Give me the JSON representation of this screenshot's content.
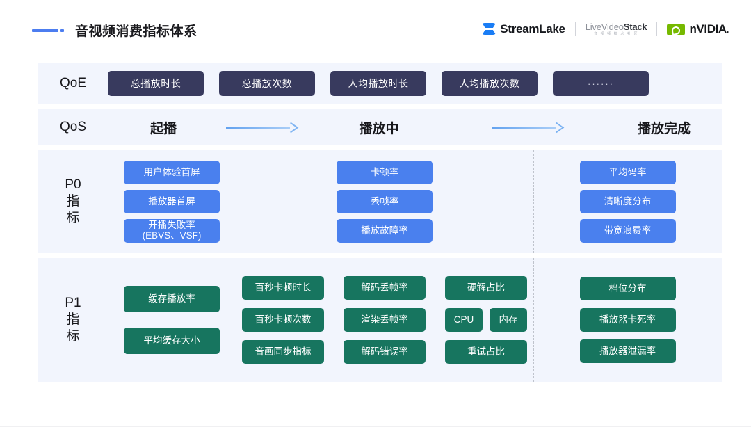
{
  "header": {
    "title": "音视频消费指标体系",
    "logos": [
      {
        "name": "streamlake",
        "text": "StreamLake"
      },
      {
        "name": "livevideostack",
        "text_light": "LiveVideo",
        "text_bold": "Stack",
        "subtitle": "音 视 频 技 术 社 区"
      },
      {
        "name": "nvidia",
        "text": "nVIDIA",
        "suffix": "."
      }
    ],
    "accent_color": "#4c7df0"
  },
  "board": {
    "rows": {
      "qoe": {
        "label": "QoE",
        "chip_color": "#383a5e",
        "items": [
          "总播放时长",
          "总播放次数",
          "人均播放时长",
          "人均播放次数",
          "······"
        ]
      },
      "qos": {
        "label": "QoS",
        "stages": [
          "起播",
          "播放中",
          "播放完成"
        ],
        "arrow_color": "#7fb4f2"
      },
      "p0": {
        "label": "P0\n指\n标",
        "label_lines": [
          "P0",
          "指",
          "标"
        ],
        "chip_color": "#4a80ee",
        "columns": {
          "start": [
            "用户体验首屏",
            "播放器首屏",
            "开播失败率\n(EBVS、VSF)"
          ],
          "start_3_line1": "开播失败率",
          "start_3_line2": "(EBVS、VSF)",
          "middle": [
            "卡顿率",
            "丢帧率",
            "播放故障率"
          ],
          "end": [
            "平均码率",
            "清晰度分布",
            "带宽浪费率"
          ]
        }
      },
      "p1": {
        "label_lines": [
          "P1",
          "指",
          "标"
        ],
        "chip_color": "#17755f",
        "columns": {
          "start": [
            "缓存播放率",
            "平均缓存大小"
          ],
          "middle_col1": [
            "百秒卡顿时长",
            "百秒卡顿次数",
            "音画同步指标"
          ],
          "middle_col2": [
            "解码丢帧率",
            "渲染丢帧率",
            "解码错误率"
          ],
          "middle_col3_1": "硬解占比",
          "middle_col3_2a": "CPU",
          "middle_col3_2b": "内存",
          "middle_col3_3": "重试占比",
          "end": [
            "档位分布",
            "播放器卡死率",
            "播放器泄漏率"
          ]
        }
      }
    }
  }
}
